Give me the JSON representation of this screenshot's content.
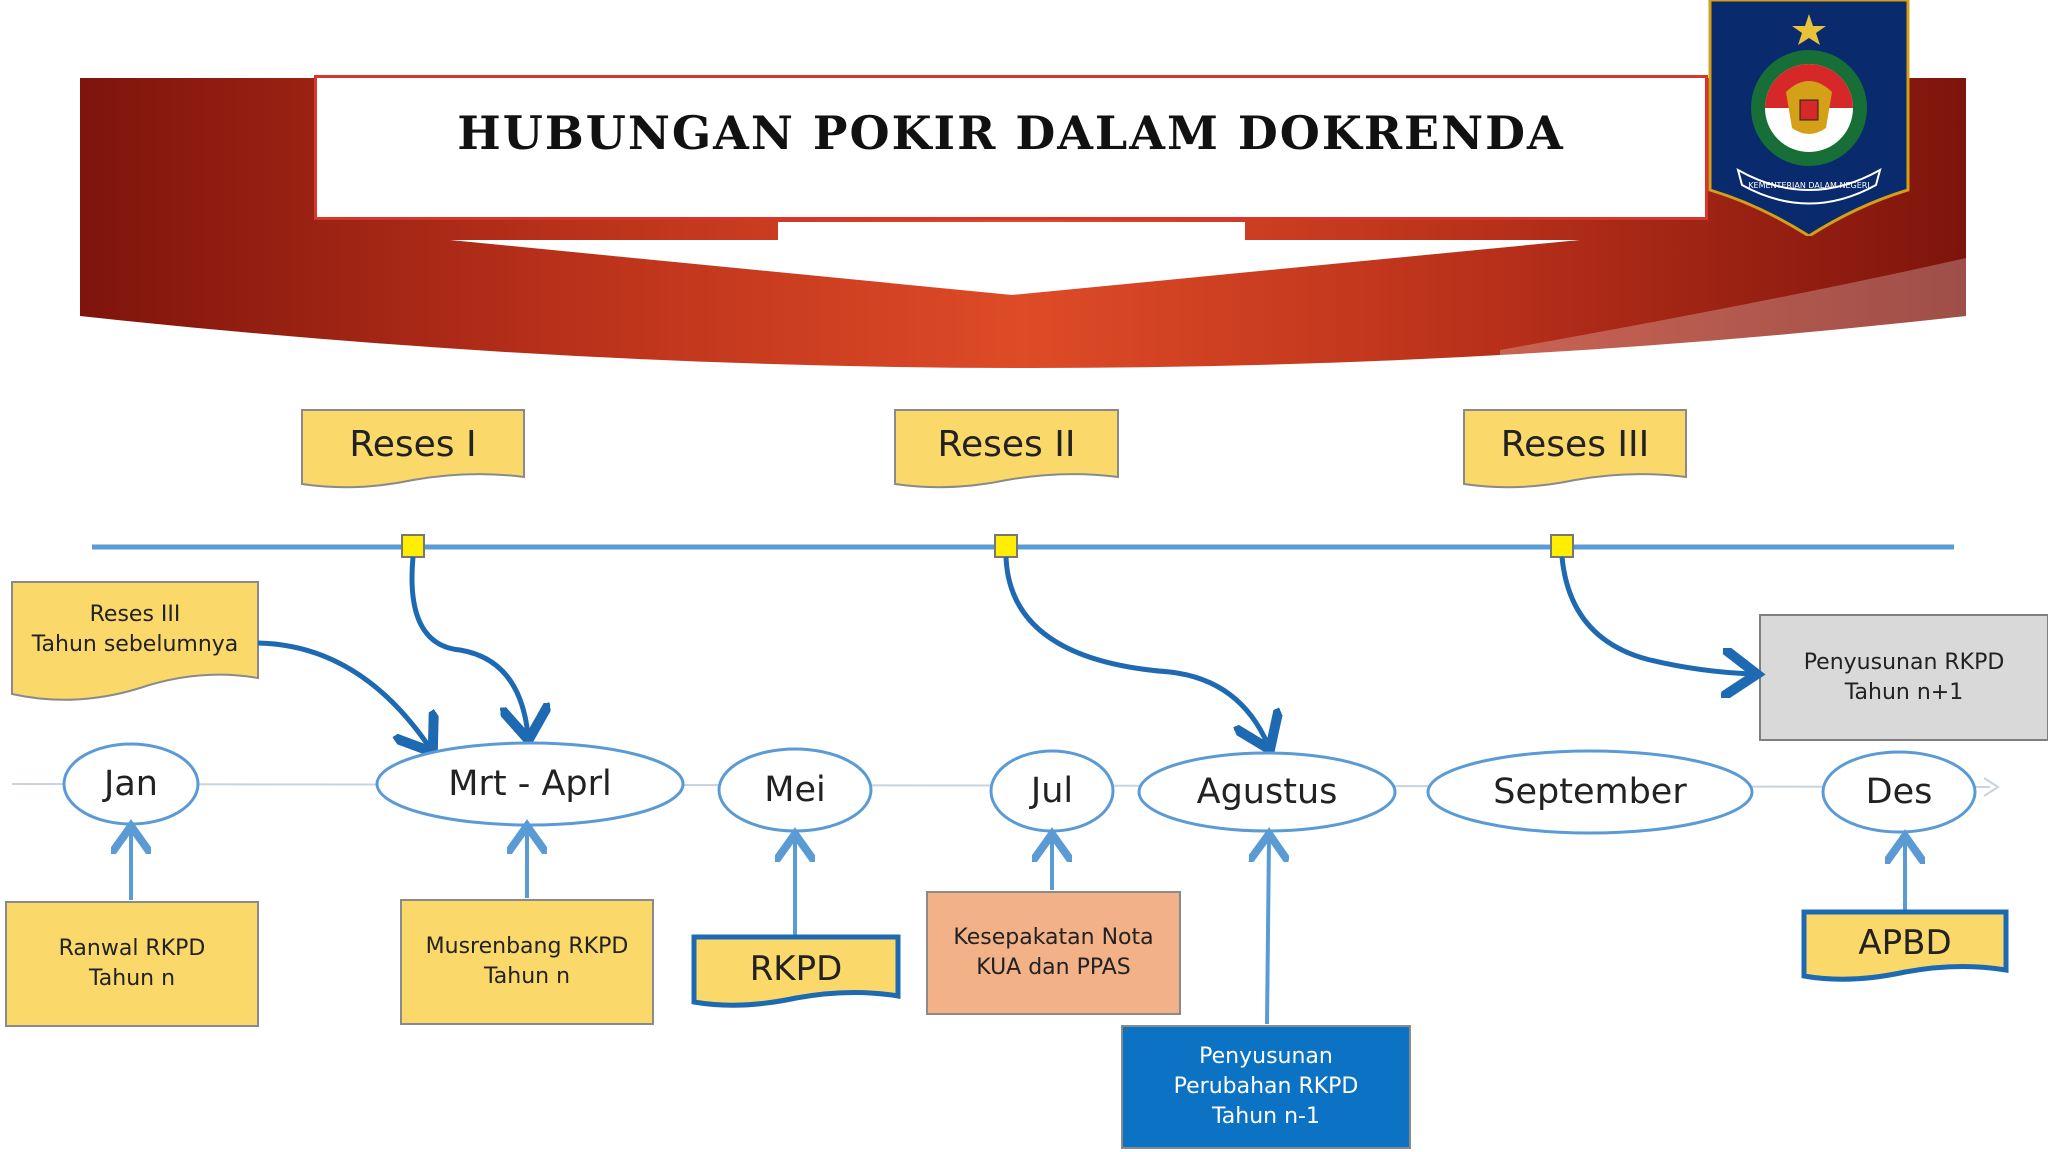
{
  "title": "HUBUNGAN POKIR DALAM DOKRENDA",
  "logo": {
    "icon": "garuda-emblem-icon",
    "caption": "KEMENTERIAN DALAM NEGERI"
  },
  "reses": [
    "Reses I",
    "Reses II",
    "Reses III"
  ],
  "months": [
    "Jan",
    "Mrt - Aprl",
    "Mei",
    "Jul",
    "Agustus",
    "September",
    "Des"
  ],
  "boxes": {
    "reses_prev": "Reses III\nTahun sebelumnya",
    "ranwal": "Ranwal RKPD\nTahun n",
    "musrenbang": "Musrenbang RKPD\nTahun n",
    "rkpd": "RKPD",
    "kesepakatan": "Kesepakatan Nota\nKUA dan PPAS",
    "perubahan": "Penyusunan\nPerubahan RKPD\nTahun n-1",
    "penyusunan_next": "Penyusunan RKPD\nTahun n+1",
    "apbd": "APBD"
  },
  "colors": {
    "banner_dark": "#8f1a10",
    "banner_mid": "#d8482a",
    "note_yellow": "#fad96a",
    "orange_box": "#f2b187",
    "blue_box": "#0c72c4",
    "grey_box": "#d9d9d9",
    "timeline_blue": "#5b9bd5",
    "arrow_blue": "#1e6ab2",
    "marker_yellow": "#ffee00"
  }
}
